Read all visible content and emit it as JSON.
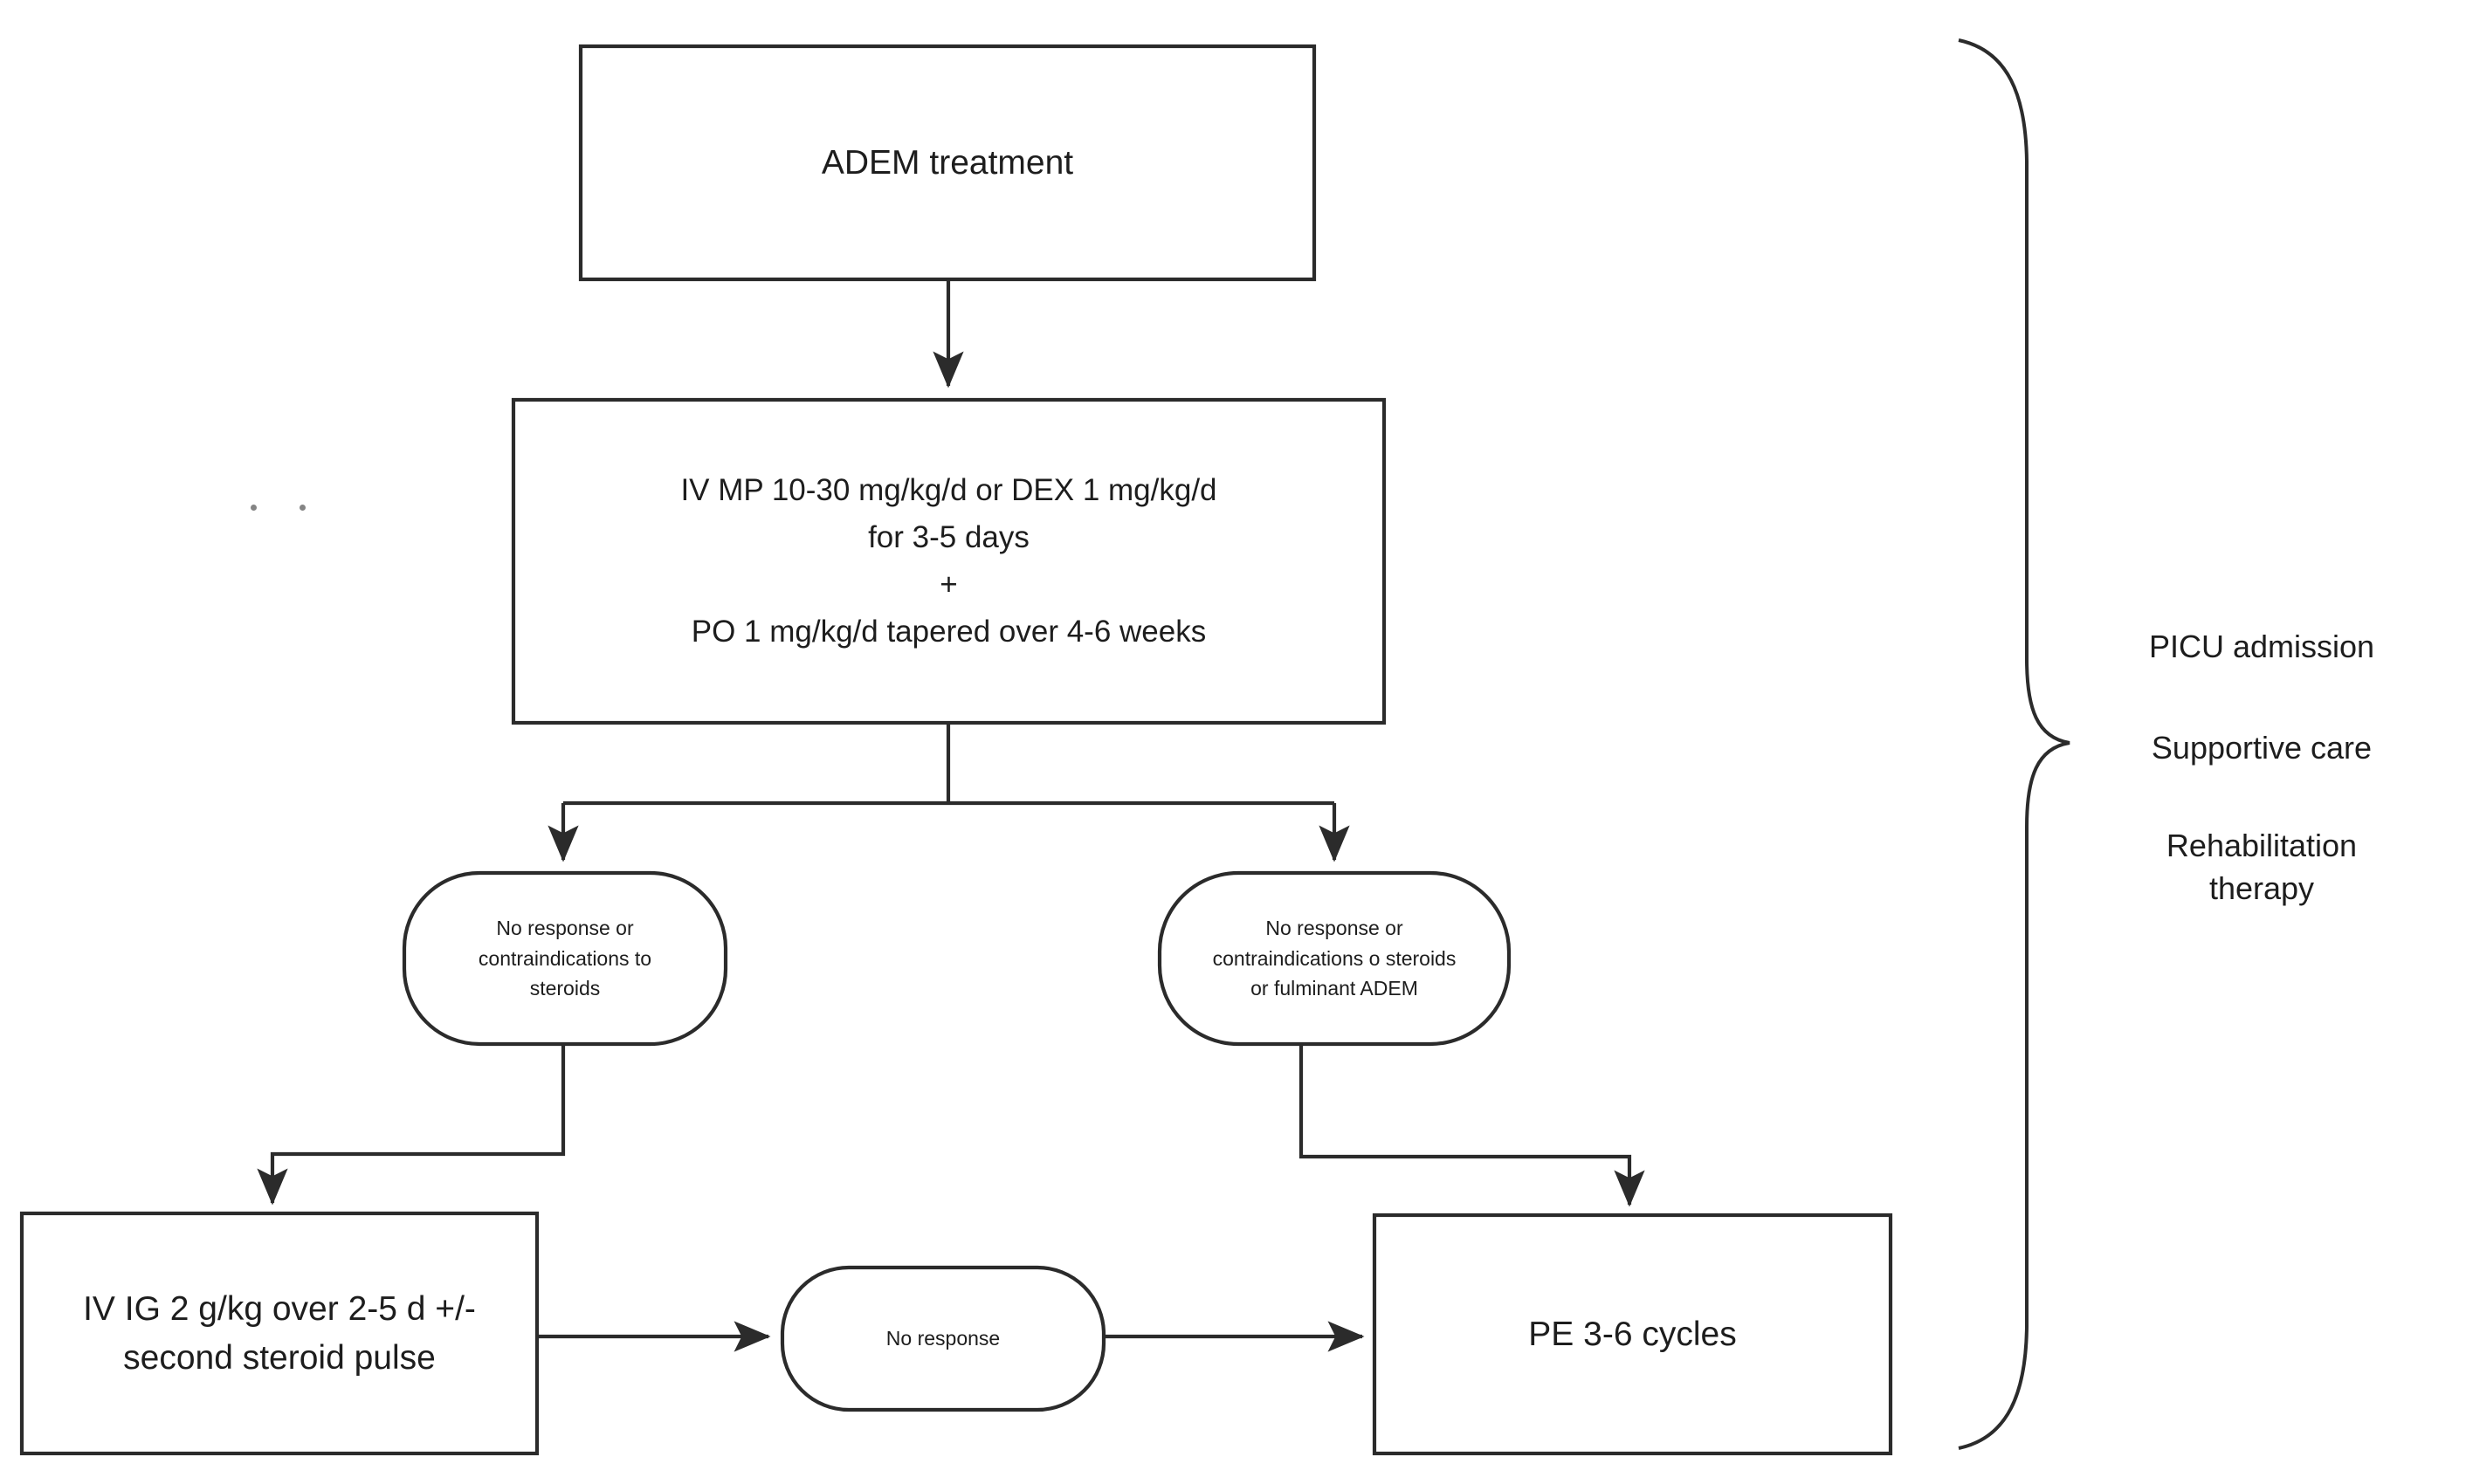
{
  "diagram": {
    "title": "ADEM treatment",
    "nodes": {
      "start": {
        "label": "ADEM treatment",
        "shape": "rectangle"
      },
      "steroids": {
        "label": "IV MP 10-30 mg/kg/d  or  DEX 1 mg/kg/d\nfor 3-5 days\n+\nPO 1 mg/kg/d  tapered over 4-6 weeks",
        "shape": "rectangle"
      },
      "decision_left": {
        "label": "No response or\ncontraindications to\nsteroids",
        "shape": "rounded"
      },
      "decision_right": {
        "label": "No response or\ncontraindications o steroids\nor fulminant ADEM",
        "shape": "rounded"
      },
      "ivig": {
        "label": "IV IG 2  g/kg over 2-5 d +/-\nsecond steroid pulse",
        "shape": "rectangle"
      },
      "no_response": {
        "label": "No response",
        "shape": "rounded"
      },
      "pe": {
        "label": "PE 3-6 cycles",
        "shape": "rectangle"
      }
    },
    "brace_items": [
      {
        "label": "PICU admission"
      },
      {
        "label": "Supportive care"
      },
      {
        "label": "Rehabilitation\ntherapy"
      }
    ],
    "colors": {
      "stroke": "#2b2b2b",
      "background": "#ffffff",
      "text": "#1d1d1d"
    }
  }
}
